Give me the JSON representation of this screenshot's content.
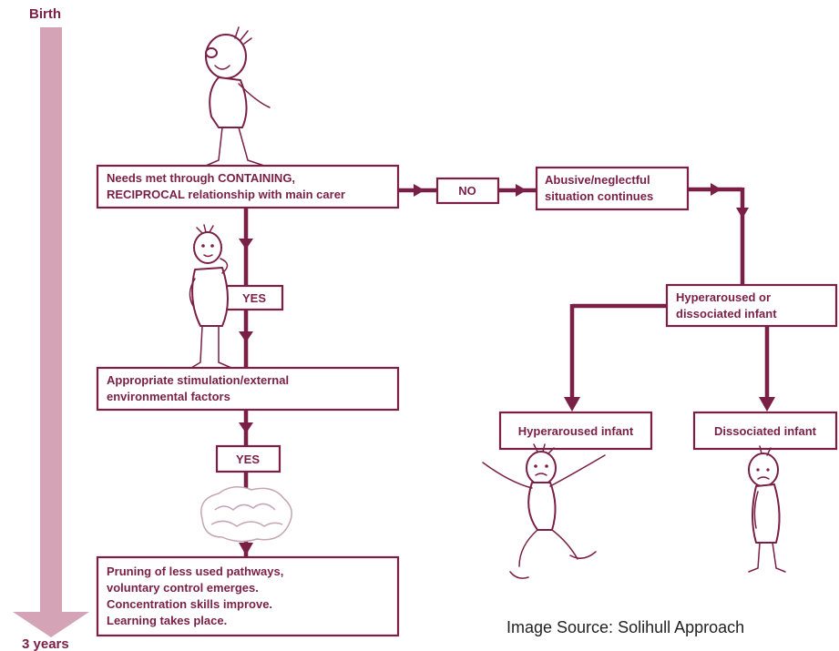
{
  "timeline": {
    "start_label": "Birth",
    "end_label": "3 years",
    "color": "#d4a3b6"
  },
  "accent_color": "#7a1f45",
  "boxes": {
    "needs_met": [
      "Needs met through CONTAINING,",
      "RECIPROCAL relationship with main carer"
    ],
    "no": "NO",
    "abusive": [
      "Abusive/neglectful",
      "situation continues"
    ],
    "yes1": "YES",
    "appropriate": [
      "Appropriate stimulation/external",
      "environmental factors"
    ],
    "yes2": "YES",
    "hyperaroused_or_dissociated": [
      "Hyperaroused or",
      "dissociated infant"
    ],
    "hyperaroused": "Hyperaroused infant",
    "dissociated": "Dissociated infant",
    "pruning": [
      "Pruning of less used pathways,",
      "voluntary control emerges.",
      "Concentration skills improve.",
      "Learning takes place."
    ]
  },
  "image_source": "Image Source: Solihull Approach",
  "icons": [
    "adult-figure-icon",
    "thinking-child-icon",
    "brain-icon",
    "hyperaroused-infant-icon",
    "dissociated-infant-icon"
  ]
}
